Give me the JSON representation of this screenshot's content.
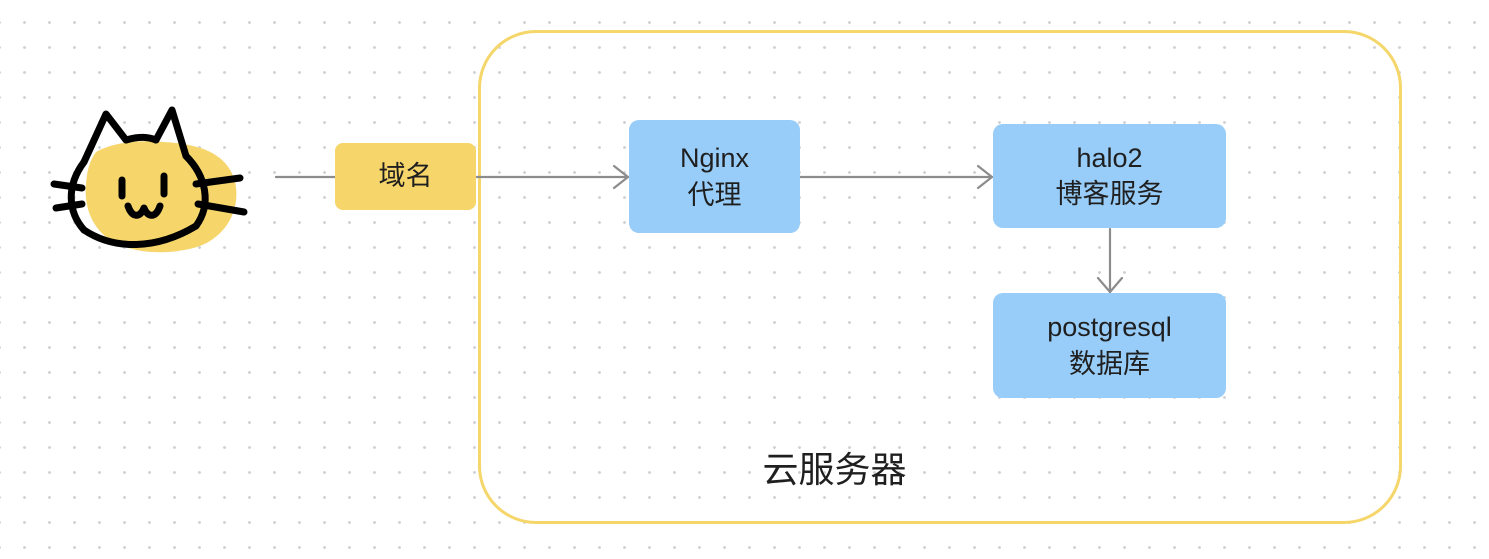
{
  "colors": {
    "container_border": "#f5d66b",
    "node_blue": "#97cdf8",
    "node_yellow": "#f6d66b",
    "connector": "#8c8c8c",
    "text": "#1f1f1f"
  },
  "icons": {
    "cat": "cat-face-icon"
  },
  "container": {
    "label": "云服务器"
  },
  "nodes": {
    "domain": {
      "label": "域名"
    },
    "nginx": {
      "line1": "Nginx",
      "line2": "代理"
    },
    "halo": {
      "line1": "halo2",
      "line2": "博客服务"
    },
    "postgres": {
      "line1": "postgresql",
      "line2": "数据库"
    }
  }
}
